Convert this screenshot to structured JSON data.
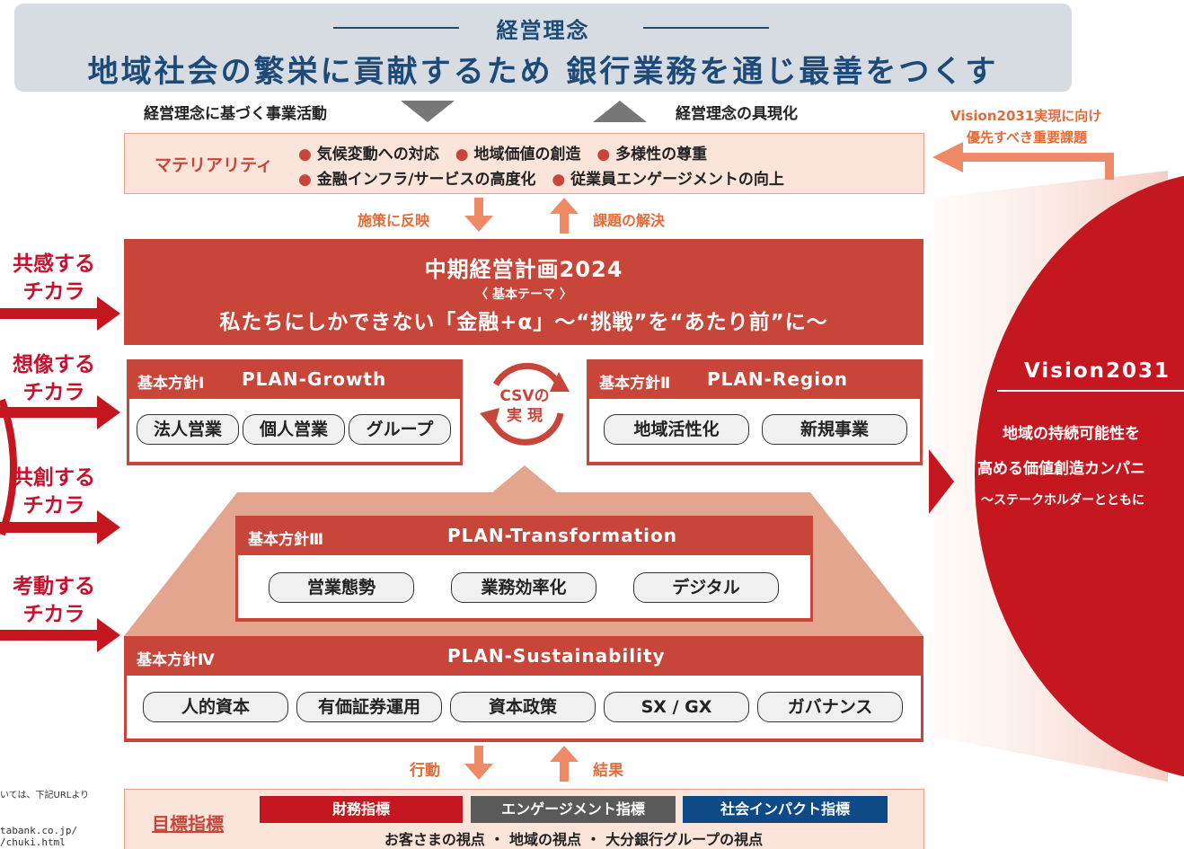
{
  "philosophy": {
    "subtitle": "経営理念",
    "main": "地域社会の繁栄に貢献するため 銀行業務を通じ最善をつくす"
  },
  "flow_labels": {
    "left": "経営理念に基づく事業活動",
    "right": "経営理念の具現化",
    "vision_note_1": "Vision2031実現に向け",
    "vision_note_2": "優先すべき重要課題"
  },
  "materiality": {
    "label": "マテリアリティ",
    "items": [
      "気候変動への対応",
      "地域価値の創造",
      "多様性の尊重",
      "金融インフラ/サービスの高度化",
      "従業員エンゲージメントの向上"
    ]
  },
  "arrows_top": {
    "down": "施策に反映",
    "up": "課題の解決"
  },
  "plan": {
    "title": "中期経営計画2024",
    "theme_label": "〈 基本テーマ 〉",
    "theme": "私たちにしかできない「金融+α」〜“挑戦”を“あたり前”に〜"
  },
  "csv": {
    "line1": "CSVの",
    "line2": "実 現"
  },
  "policy1": {
    "label": "基本方針Ⅰ",
    "name": "PLAN-Growth",
    "items": [
      "法人営業",
      "個人営業",
      "グループ"
    ]
  },
  "policy2": {
    "label": "基本方針Ⅱ",
    "name": "PLAN-Region",
    "items": [
      "地域活性化",
      "新規事業"
    ]
  },
  "policy3": {
    "label": "基本方針Ⅲ",
    "name": "PLAN-Transformation",
    "items": [
      "営業態勢",
      "業務効率化",
      "デジタル"
    ]
  },
  "policy4": {
    "label": "基本方針Ⅳ",
    "name": "PLAN-Sustainability",
    "items": [
      "人的資本",
      "有価証券運用",
      "資本政策",
      "SX / GX",
      "ガバナンス"
    ]
  },
  "forces": [
    {
      "line1": "共感する",
      "line2": "チカラ"
    },
    {
      "line1": "想像する",
      "line2": "チカラ"
    },
    {
      "line1": "共創する",
      "line2": "チカラ"
    },
    {
      "line1": "考動する",
      "line2": "チカラ"
    }
  ],
  "arrows_bottom": {
    "down": "行動",
    "up": "結果"
  },
  "targets": {
    "label": "目標指標",
    "badges": [
      "財務指標",
      "エンゲージメント指標",
      "社会インパクト指標"
    ],
    "perspective": "お客さまの視点 ・ 地域の視点 ・ 大分銀行グループの視点"
  },
  "vision": {
    "title": "Vision2031",
    "line1": "地域の持続可能性を",
    "line2": "高める価値創造カンパニ",
    "line3": "〜ステークホルダーとともに"
  },
  "footnote": {
    "text": "いては、下記URLより",
    "url1": "tabank.co.jp/",
    "url2": "/chuki.html"
  },
  "colors": {
    "navy": "#1d4a78",
    "red": "#c8453a",
    "crimson": "#c8102e",
    "orange": "#e26b3a",
    "peach": "#fbe4da",
    "gray_badge": "#5a5a5a",
    "blue_badge": "#0d4a86"
  }
}
